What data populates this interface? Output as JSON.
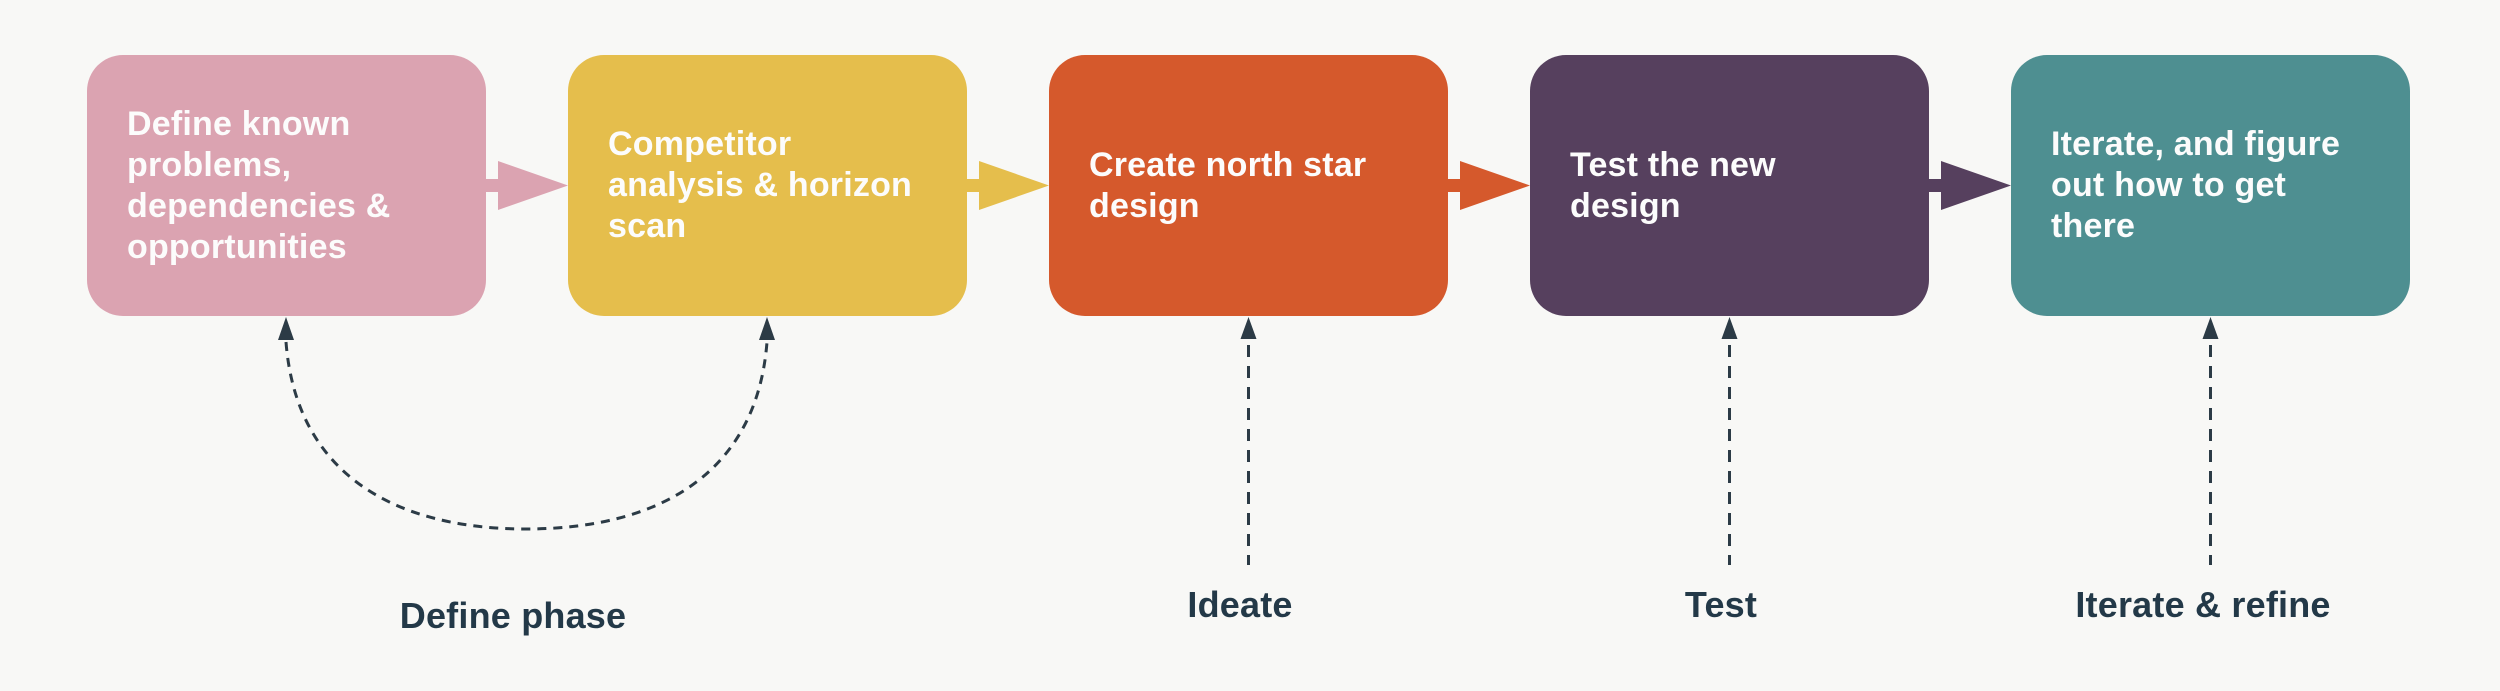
{
  "canvas": {
    "background_color": "#F8F8F6"
  },
  "steps": [
    {
      "label": "Define known\nproblems,\ndependencies &\nopportunities",
      "color": "#DBA3B1"
    },
    {
      "label": "Competitor\nanalysis & horizon\nscan",
      "color": "#E5BE4C"
    },
    {
      "label": "Create north star\ndesign",
      "color": "#D5592C"
    },
    {
      "label": "Test the new\ndesign",
      "color": "#56405E"
    },
    {
      "label": "Iterate, and figure\nout how to get\nthere",
      "color": "#4E8F91"
    }
  ],
  "step_text_color": "#FCFCFC",
  "phases": [
    {
      "label": "Define phase"
    },
    {
      "label": "Ideate"
    },
    {
      "label": "Test"
    },
    {
      "label": "Iterate & refine"
    }
  ],
  "phase_label_color": "#233948",
  "annotation_color": "#2C3B46"
}
